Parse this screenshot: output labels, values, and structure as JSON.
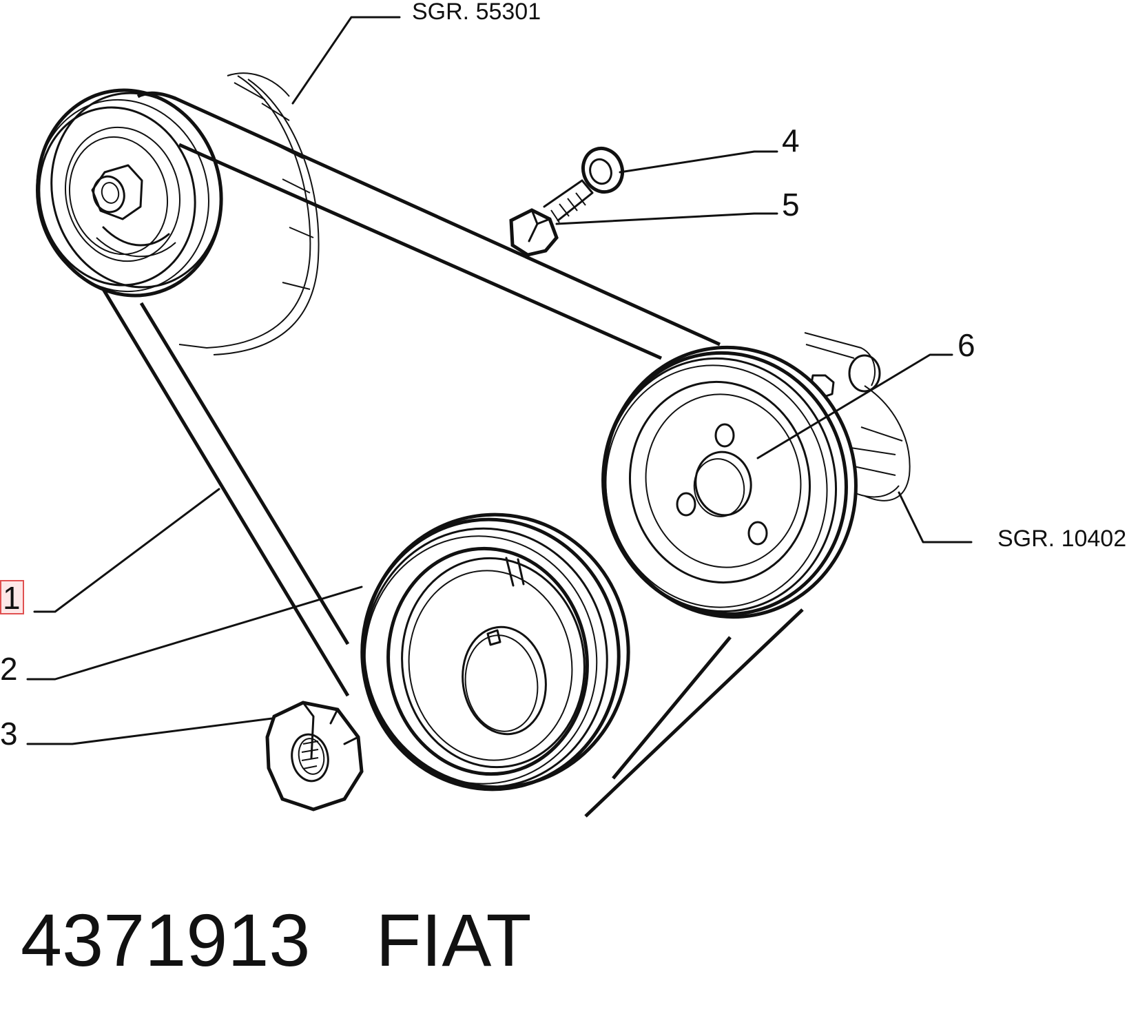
{
  "callouts": {
    "c1": "1",
    "c2": "2",
    "c3": "3",
    "c4": "4",
    "c5": "5",
    "c6": "6"
  },
  "references": {
    "top": "SGR. 55301",
    "right": "SGR. 10402"
  },
  "caption": {
    "part_number": "4371913",
    "brand": "FIAT"
  },
  "highlighted_callout": "1"
}
